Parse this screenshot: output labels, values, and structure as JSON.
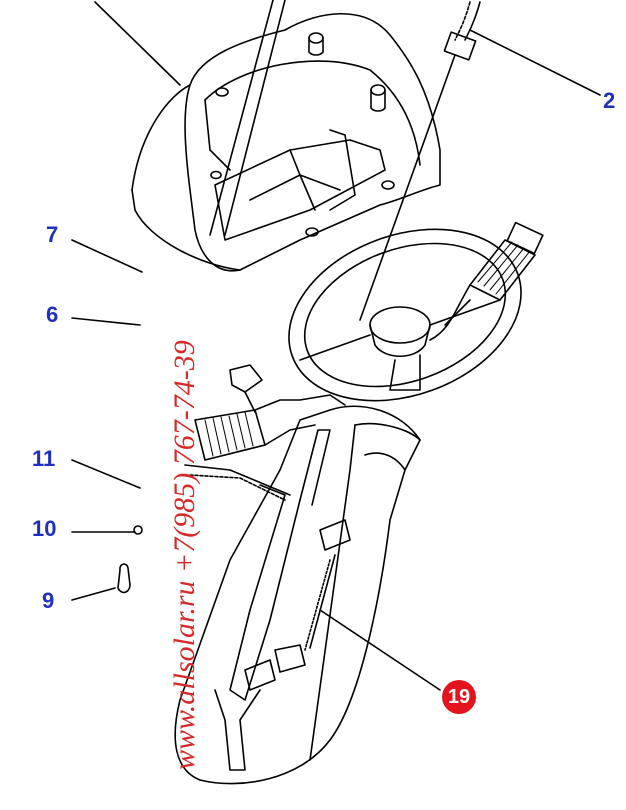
{
  "callouts": {
    "c2": "2",
    "c7": "7",
    "c6": "6",
    "c11": "11",
    "c10": "10",
    "c9": "9",
    "c19": "19"
  },
  "watermark": {
    "text": "www.allsolar.ru  +7(985) 767-74-39"
  },
  "colors": {
    "callout": "#1f2fbf",
    "badge": "#e3141d",
    "watermark": "#d42a2a",
    "line": "#000000"
  }
}
